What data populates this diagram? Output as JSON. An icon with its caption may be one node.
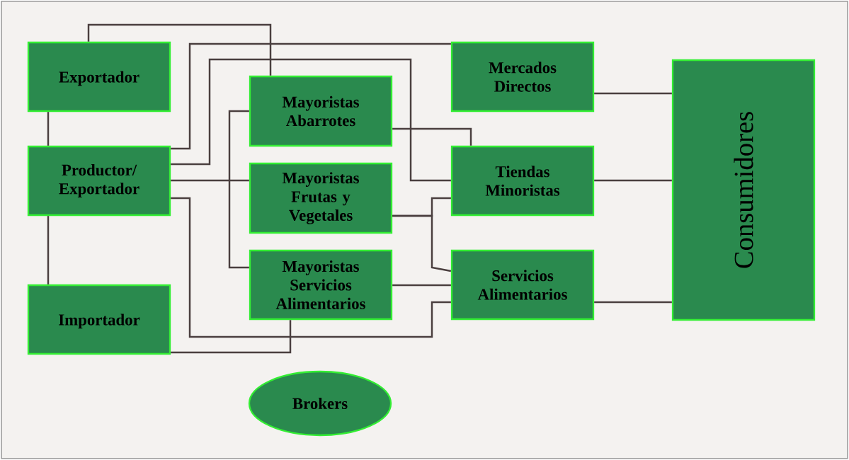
{
  "diagram": {
    "nodes": [
      {
        "text": [
          "Exportador"
        ]
      },
      {
        "text": [
          "Productor/ Exportador"
        ]
      },
      {
        "text": [
          "Importador"
        ]
      },
      {
        "text": [
          "Mayoristas Abarrotes"
        ]
      },
      {
        "text": [
          "Mayoristas Frutas y Vegetales"
        ]
      },
      {
        "text": [
          "Mayoristas Servicios Alimentarios"
        ]
      },
      {
        "text": [
          "Mercados Directos"
        ]
      },
      {
        "text": [
          "Tiendas Minoristas"
        ]
      },
      {
        "text": [
          "Servicios Alimentarios"
        ]
      },
      {
        "text": [
          "Consumidores"
        ]
      },
      {
        "text": [
          "Brokers"
        ]
      }
    ],
    "edges": [
      {
        "from": 0,
        "to": 3,
        "arrow": "none"
      },
      {
        "from": 0,
        "to": 1,
        "arrow": "none"
      },
      {
        "from": 1,
        "to": 2,
        "arrow": "none"
      },
      {
        "from": 1,
        "to": 6,
        "arrow": "none"
      },
      {
        "from": 1,
        "to": 7,
        "arrow": "none"
      },
      {
        "from": 1,
        "to": 4,
        "arrow": "none"
      },
      {
        "from": 1,
        "to": 8,
        "arrow": "none"
      },
      {
        "from": 2,
        "to": 5,
        "arrow": "none"
      },
      {
        "from": 3,
        "to": 5,
        "arrow": "none"
      },
      {
        "from": 3,
        "to": 7,
        "arrow": "none"
      },
      {
        "from": 4,
        "to": 7,
        "arrow": "none"
      },
      {
        "from": 4,
        "to": 8,
        "arrow": "none"
      },
      {
        "from": 5,
        "to": 8,
        "arrow": "none"
      },
      {
        "from": 6,
        "to": 9,
        "arrow": "none"
      },
      {
        "from": 7,
        "to": 9,
        "arrow": "none"
      },
      {
        "from": 8,
        "to": 9,
        "arrow": "none"
      }
    ]
  }
}
